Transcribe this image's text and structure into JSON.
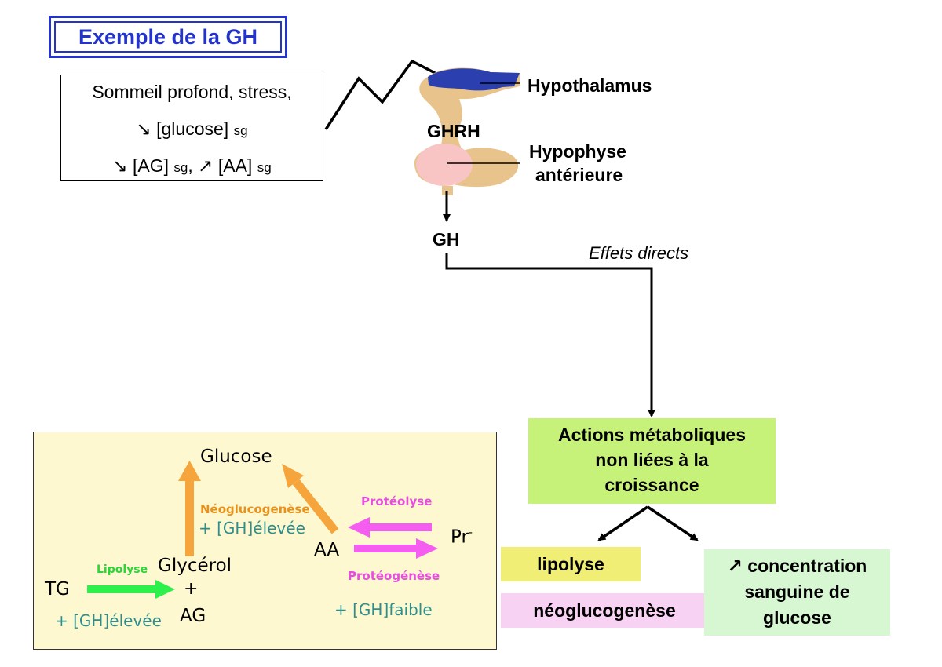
{
  "title": "Exemple de la GH",
  "trigger": {
    "line1": "Sommeil profond, stress,",
    "line2_main": "↘ [glucose]",
    "line2_sub": "sg",
    "line3_a": "↘ [AG]",
    "line3_a_sub": "sg",
    "line3_b": ", ↗ [AA]",
    "line3_b_sub": "sg"
  },
  "labels": {
    "hypothalamus": "Hypothalamus",
    "ghrh": "GHRH",
    "hypophyse1": "Hypophyse",
    "hypophyse2": "antérieure",
    "gh": "GH",
    "effets": "Effets directs"
  },
  "metabolic_box": {
    "line1": "Actions métaboliques",
    "line2": "non liées à la",
    "line3": "croissance"
  },
  "outcomes": {
    "lipolyse": "lipolyse",
    "neoglucogenese": "néoglucogenèse",
    "conc1": "↗ concentration",
    "conc2": "sanguine de",
    "conc3": "glucose"
  },
  "panel": {
    "glucose": "Glucose",
    "neoglucogenese": "Néoglucogenèse",
    "gh_elevee_1": "+ [GH]élevée",
    "proteolyse": "Protéolyse",
    "pr": "Pr",
    "pr_sup": "-",
    "aa": "AA",
    "proteogenese": "Protéogénèse",
    "gh_faible": "+ [GH]faible",
    "lipolyse": "Lipolyse",
    "glycerol": "Glycérol",
    "plus": "+",
    "tg": "TG",
    "ag": "AG",
    "gh_elevee_2": "+ [GH]élevée"
  },
  "colors": {
    "title_blue": "#2433c8",
    "hypothalamus_blue": "#2b3fae",
    "pituitary_tan": "#e8c48c",
    "pituitary_pink": "#f8c4c4",
    "metabolic_green": "#c7f27a",
    "lipolyse_yellow": "#f0ee74",
    "neo_pink": "#f8d2f3",
    "conc_green": "#d6f7d2",
    "panel_cream": "#fdf8cf",
    "arrow_orange": "#f5a53c",
    "arrow_magenta": "#f55cf0",
    "arrow_green": "#2ef04a",
    "text_orange": "#e8901c",
    "text_magenta": "#e84de0",
    "text_teal": "#2e8e8e"
  }
}
